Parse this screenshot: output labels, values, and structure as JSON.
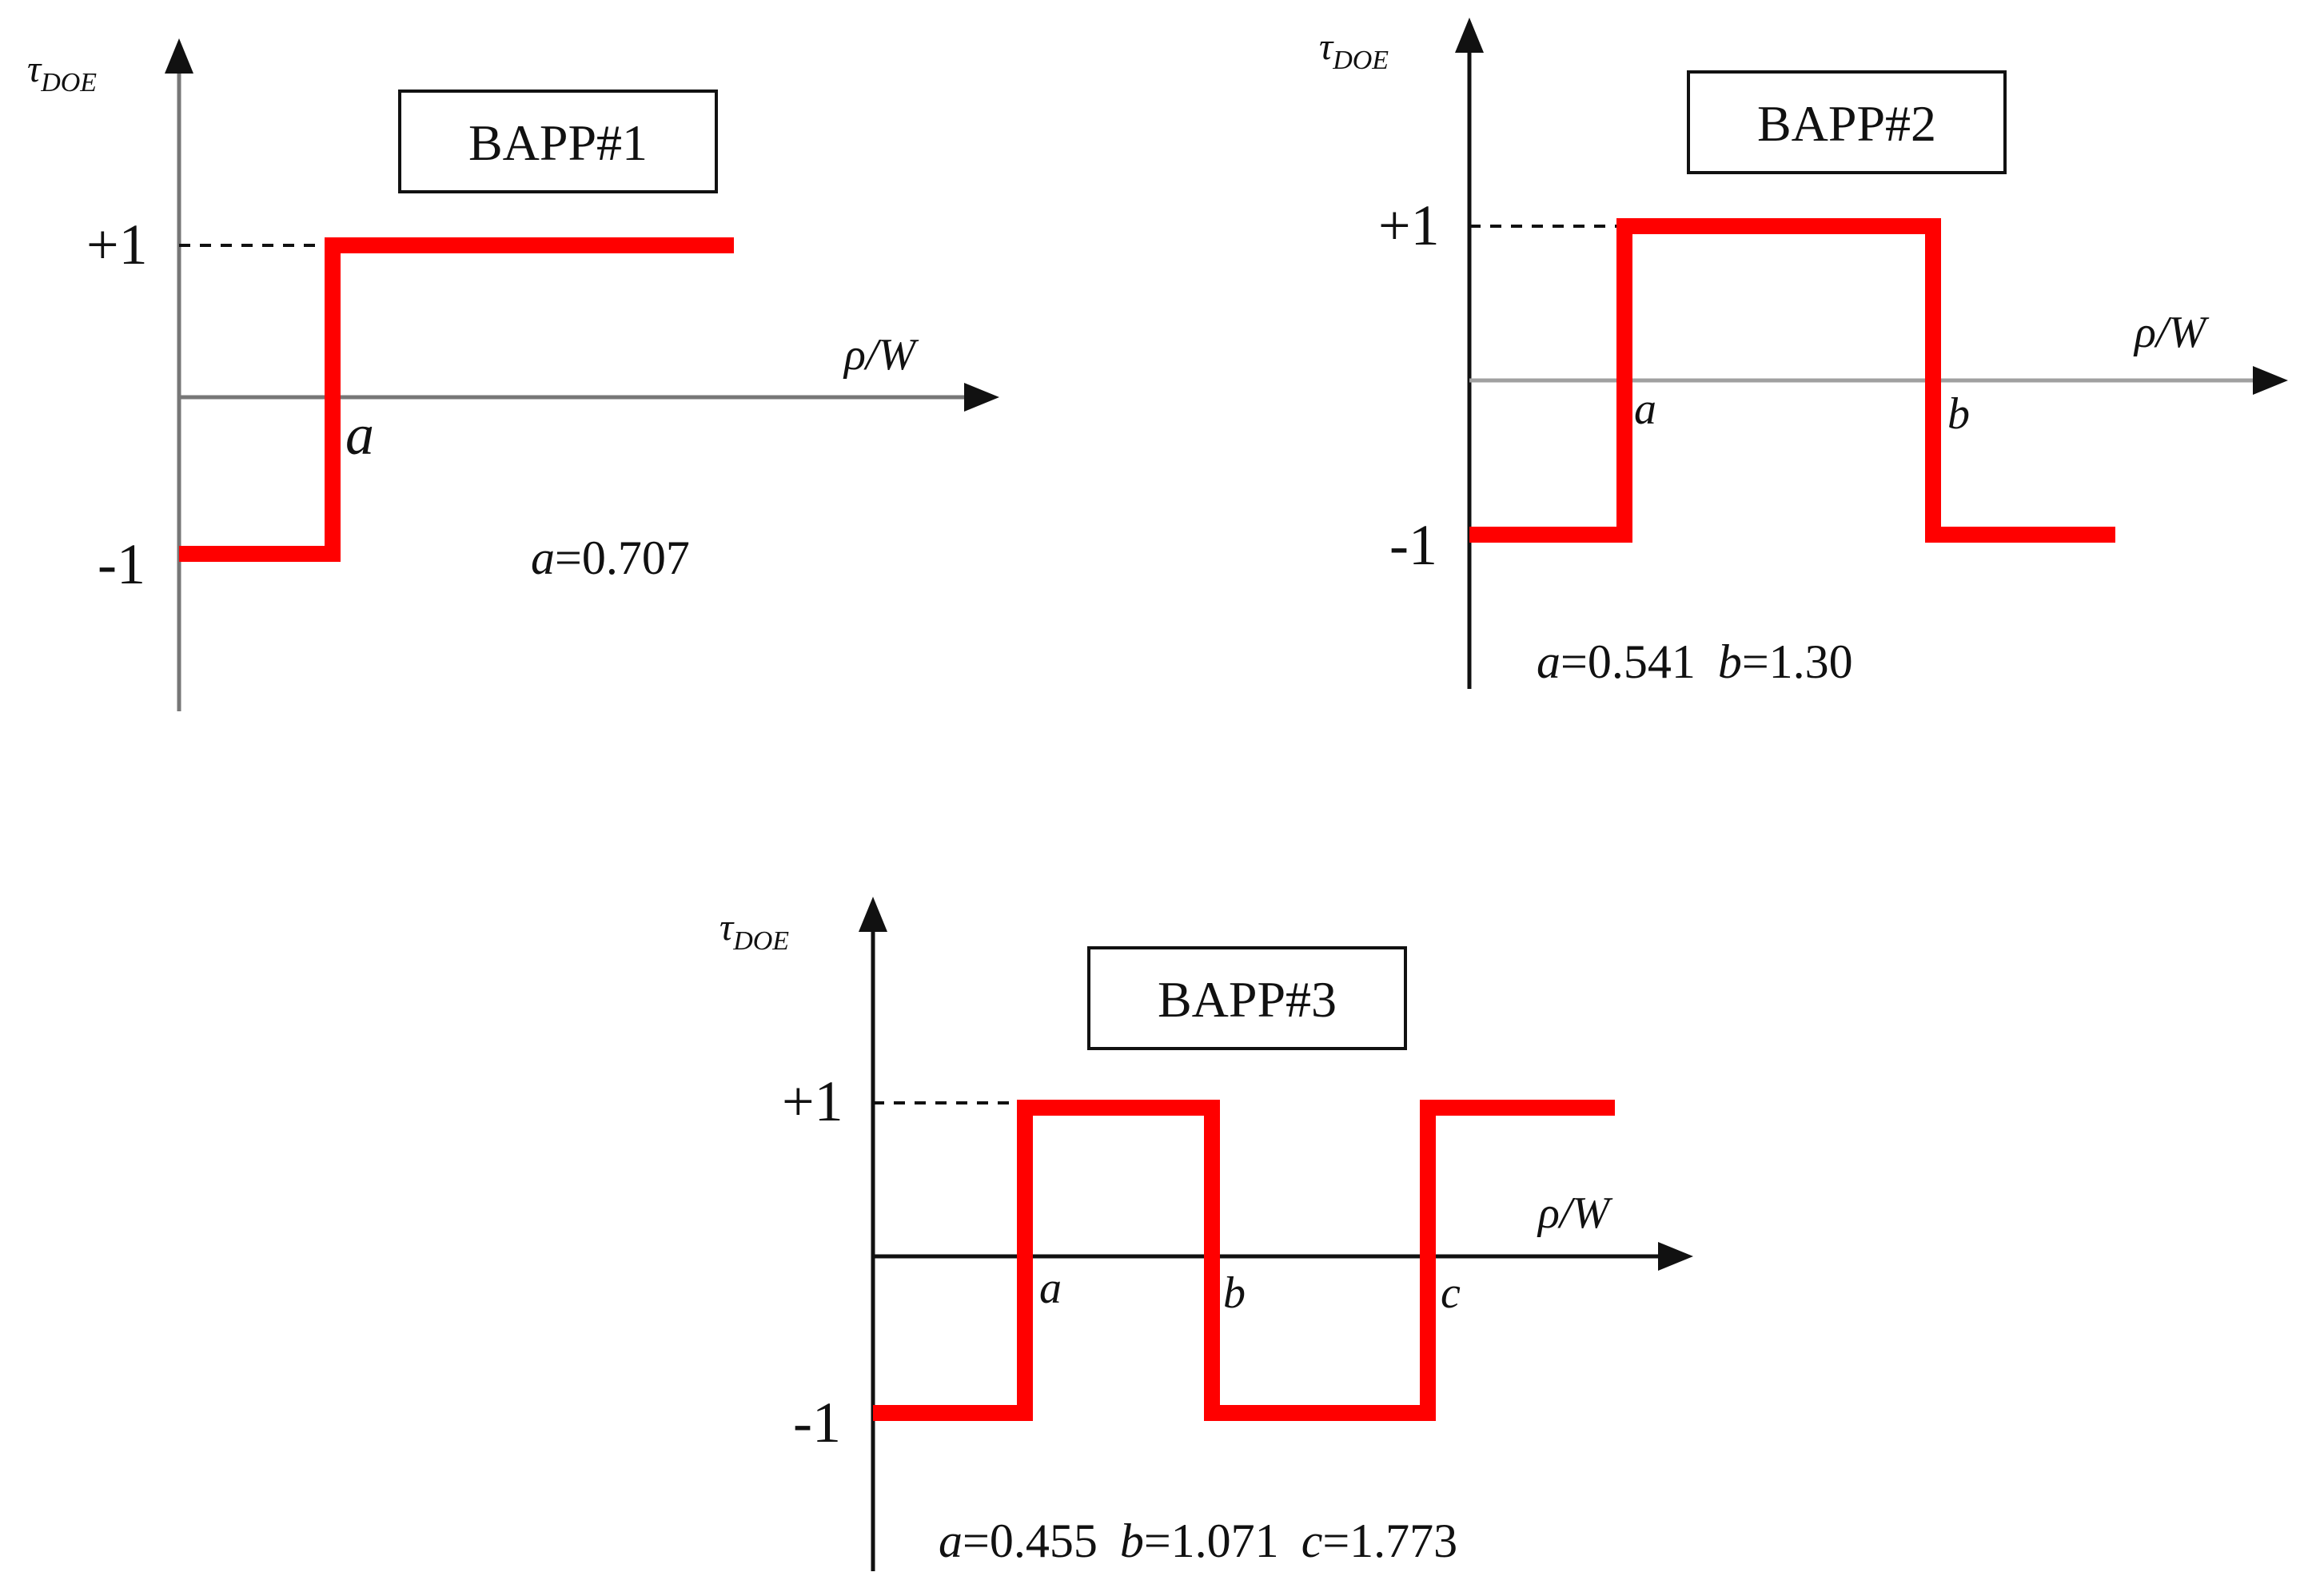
{
  "panels": [
    {
      "title": "BAPP#1",
      "y_axis_label": "τ",
      "y_axis_subscript": "DOE",
      "x_axis_label": "ρ/W",
      "y_tick_plus": "+1",
      "y_tick_minus": "-1",
      "step_start_level": "-1",
      "transitions": [
        {
          "label": "a",
          "value": 0.707
        }
      ],
      "parameter_text": [
        {
          "var": "a",
          "value": "=0.707"
        }
      ]
    },
    {
      "title": "BAPP#2",
      "y_axis_label": "τ",
      "y_axis_subscript": "DOE",
      "x_axis_label": "ρ/W",
      "y_tick_plus": "+1",
      "y_tick_minus": "-1",
      "step_start_level": "-1",
      "transitions": [
        {
          "label": "a",
          "value": 0.541
        },
        {
          "label": "b",
          "value": 1.3
        }
      ],
      "parameter_text": [
        {
          "var": "a",
          "value": "=0.541"
        },
        {
          "var": "b",
          "value": "=1.30"
        }
      ]
    },
    {
      "title": "BAPP#3",
      "y_axis_label": "τ",
      "y_axis_subscript": "DOE",
      "x_axis_label": "ρ/W",
      "y_tick_plus": "+1",
      "y_tick_minus": "-1",
      "step_start_level": "-1",
      "transitions": [
        {
          "label": "a",
          "value": 0.455
        },
        {
          "label": "b",
          "value": 1.071
        },
        {
          "label": "c",
          "value": 1.773
        }
      ],
      "parameter_text": [
        {
          "var": "a",
          "value": "=0.455"
        },
        {
          "var": "b",
          "value": "=1.071"
        },
        {
          "var": "c",
          "value": "=1.773"
        }
      ]
    }
  ],
  "colors": {
    "step_function": "#ff0000",
    "axis_panel1": "#777777",
    "axis_panel2": "#a0a0a0",
    "axis_panel3": "#000000",
    "text": "#111111"
  }
}
